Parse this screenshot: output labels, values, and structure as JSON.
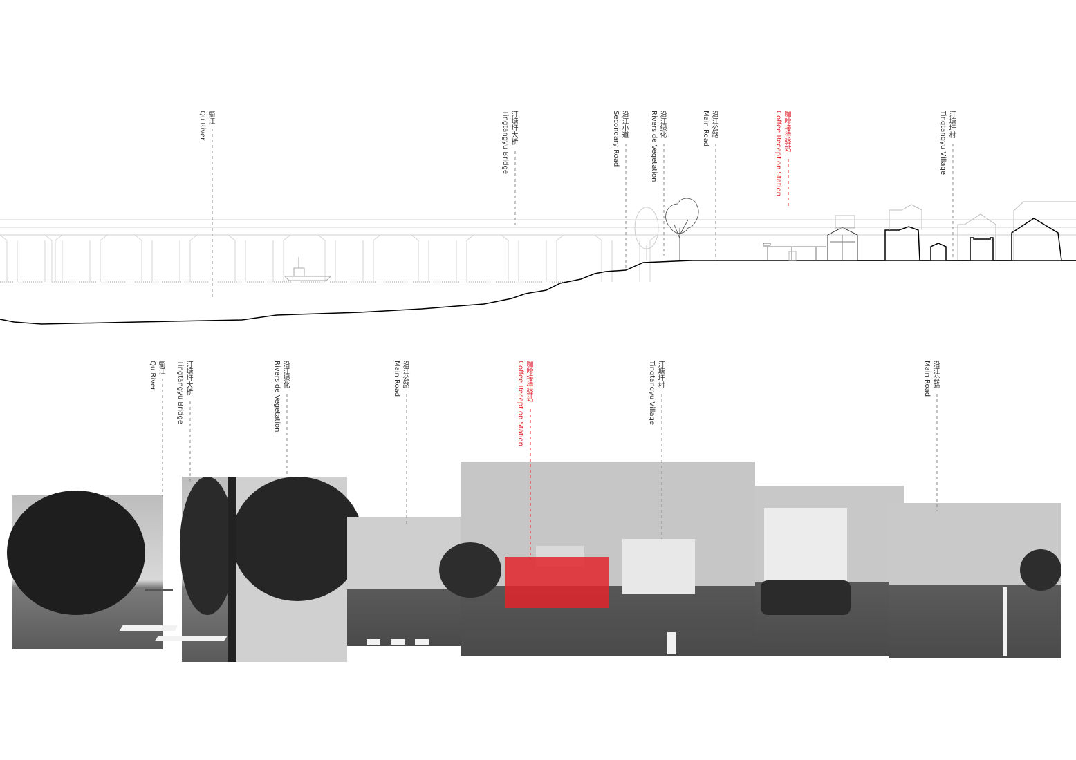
{
  "colors": {
    "highlight": "#e0242c",
    "line": "#000000",
    "ghost": "#c8c8c8"
  },
  "section_labels": [
    {
      "zh": "衢江",
      "en": "Qu River",
      "highlight": false
    },
    {
      "zh": "汀塘圩大桥",
      "en": "Tingtangyu Bridge",
      "highlight": false
    },
    {
      "zh": "沿江小道",
      "en": "Secondary Road",
      "highlight": false
    },
    {
      "zh": "沿江绿化",
      "en": "Riverside Vegetation",
      "highlight": false
    },
    {
      "zh": "沿江公路",
      "en": "Main Road",
      "highlight": false
    },
    {
      "zh": "咖啡接待驿站",
      "en": "Coffee Reception Station",
      "highlight": true
    },
    {
      "zh": "汀塘圩村",
      "en": "Tingtangyu Village",
      "highlight": false
    }
  ],
  "panorama_labels": [
    {
      "zh": "衢江",
      "en": "Qu River",
      "highlight": false
    },
    {
      "zh": "汀塘圩大桥",
      "en": "Tingtangyu Bridge",
      "highlight": false
    },
    {
      "zh": "沿江绿化",
      "en": "Riverside Vegetation",
      "highlight": false
    },
    {
      "zh": "沿江公路",
      "en": "Main Road",
      "highlight": false
    },
    {
      "zh": "咖啡接待驿站",
      "en": "Coffee Reception Station",
      "highlight": true
    },
    {
      "zh": "汀塘圩村",
      "en": "Tingtangyu Village",
      "highlight": false
    },
    {
      "zh": "沿江公路",
      "en": "Main Road",
      "highlight": false
    }
  ]
}
